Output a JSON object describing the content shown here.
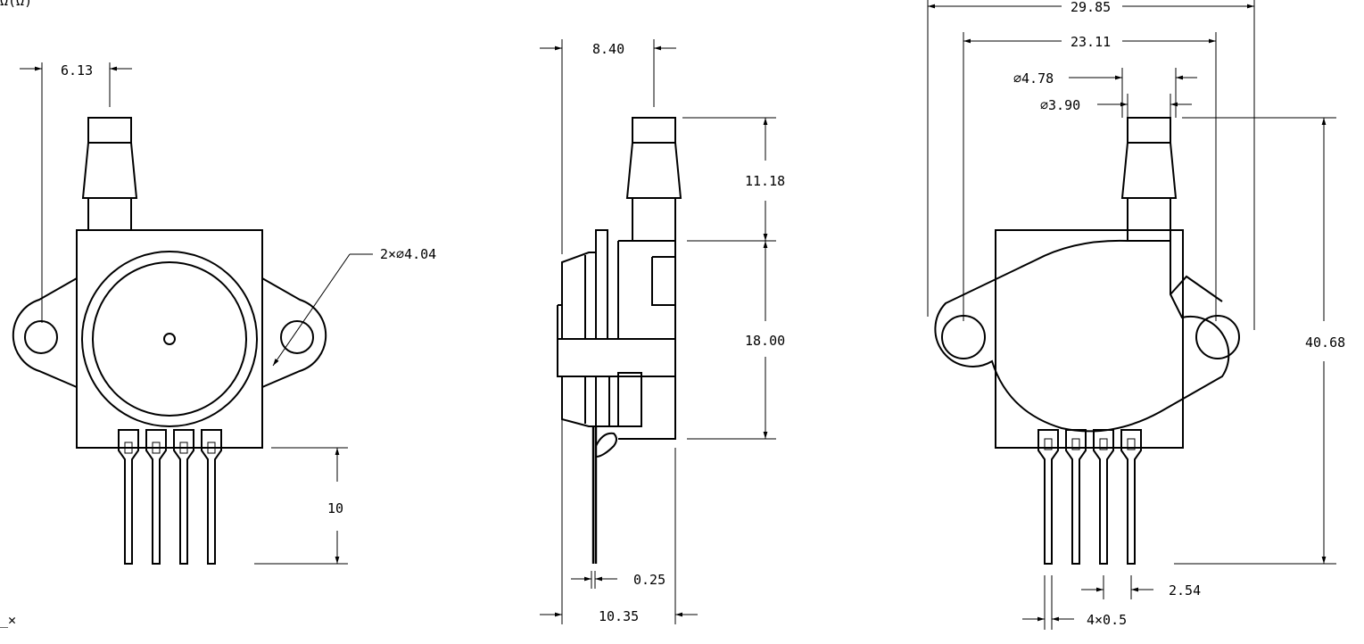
{
  "dimensions": {
    "front_offset": "6.13",
    "mount_holes": "2×∅4.04",
    "pin_length": "10",
    "side_port": "8.40",
    "port_height": "11.18",
    "body_height": "18.00",
    "pin_thickness": "0.25",
    "overall_depth": "10.35",
    "overall_width": "29.85",
    "hole_spacing": "23.11",
    "port_outer_dia": "∅4.78",
    "port_inner_dia": "∅3.90",
    "overall_height": "40.68",
    "pin_pitch": "2.54",
    "pin_width": "4×0.5"
  },
  "corner_marks": {
    "top_left": "Ω(Ω)",
    "bottom_left": "_✕"
  }
}
